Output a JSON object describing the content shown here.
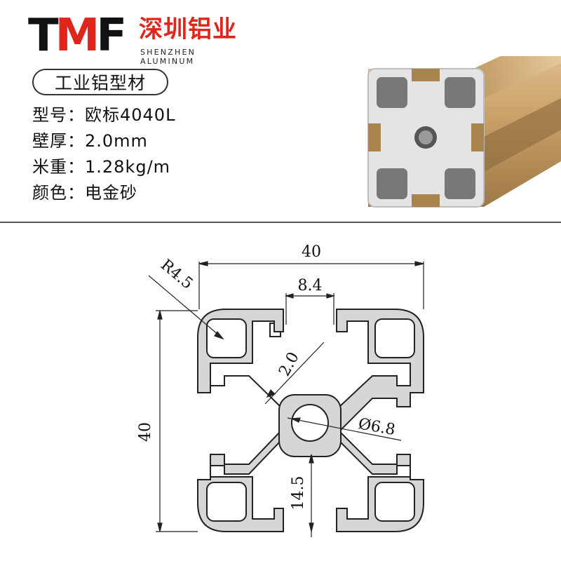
{
  "brand": {
    "logo_text": "TMF",
    "name_cn": "深圳铝业",
    "name_en": "SHENZHEN ALUMINUM",
    "color_red": "#e0251b"
  },
  "product": {
    "category": "工业铝型材",
    "specs": [
      {
        "label": "型号：",
        "value": "欧标4040L"
      },
      {
        "label": "壁厚：",
        "value": "2.0mm"
      },
      {
        "label": "米重：",
        "value": "1.28kg/m"
      },
      {
        "label": "颜色：",
        "value": "电金砂"
      }
    ],
    "photo_color": "#c9a068"
  },
  "drawing": {
    "width_label": "40",
    "height_label": "40",
    "radius_label": "R4.5",
    "slot_label": "8.4",
    "wall_label": "2.0",
    "bore_label": "Ø6.8",
    "offset_label": "14.5",
    "profile_fill": "#d6d6d6"
  }
}
